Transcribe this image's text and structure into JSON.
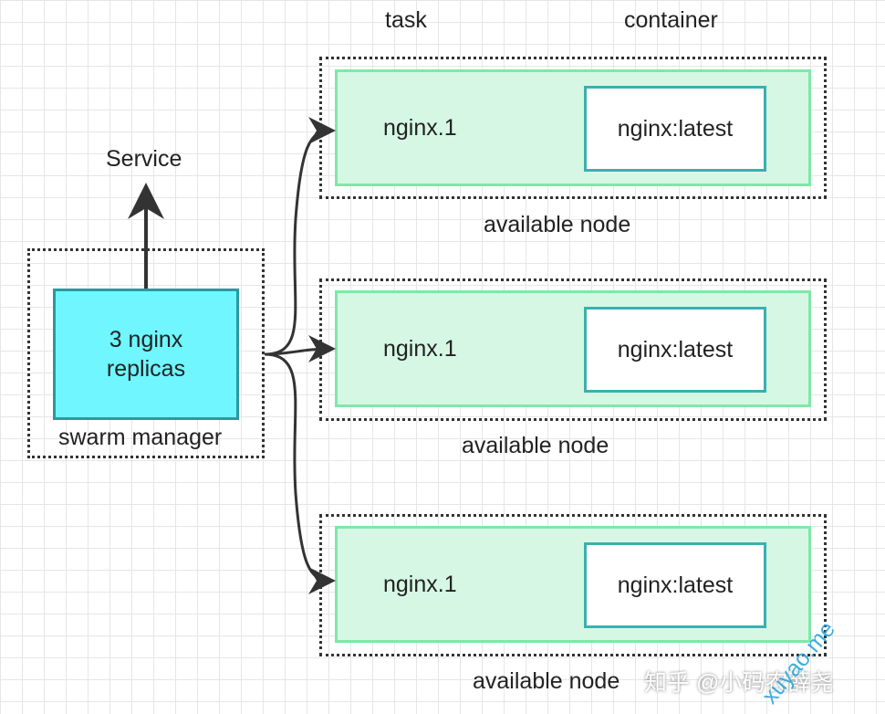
{
  "headers": {
    "task": "task",
    "container": "container"
  },
  "service_label": "Service",
  "manager": {
    "replicas_line1": "3 nginx",
    "replicas_line2": "replicas",
    "caption": "swarm manager"
  },
  "nodes": [
    {
      "task": "nginx.1",
      "container": "nginx:latest",
      "caption": "available node"
    },
    {
      "task": "nginx.1",
      "container": "nginx:latest",
      "caption": "available node"
    },
    {
      "task": "nginx.1",
      "container": "nginx:latest",
      "caption": "available node"
    }
  ],
  "watermark": {
    "text": "知乎 @小码农薛尧",
    "site": "xuyao.me"
  },
  "colors": {
    "task_fill": "#d6f7e4",
    "task_border": "#7fe8a7",
    "container_border": "#3ab0b0",
    "replica_fill": "#6ff6ff",
    "replica_border": "#2a9aa0",
    "arrow": "#333333"
  }
}
